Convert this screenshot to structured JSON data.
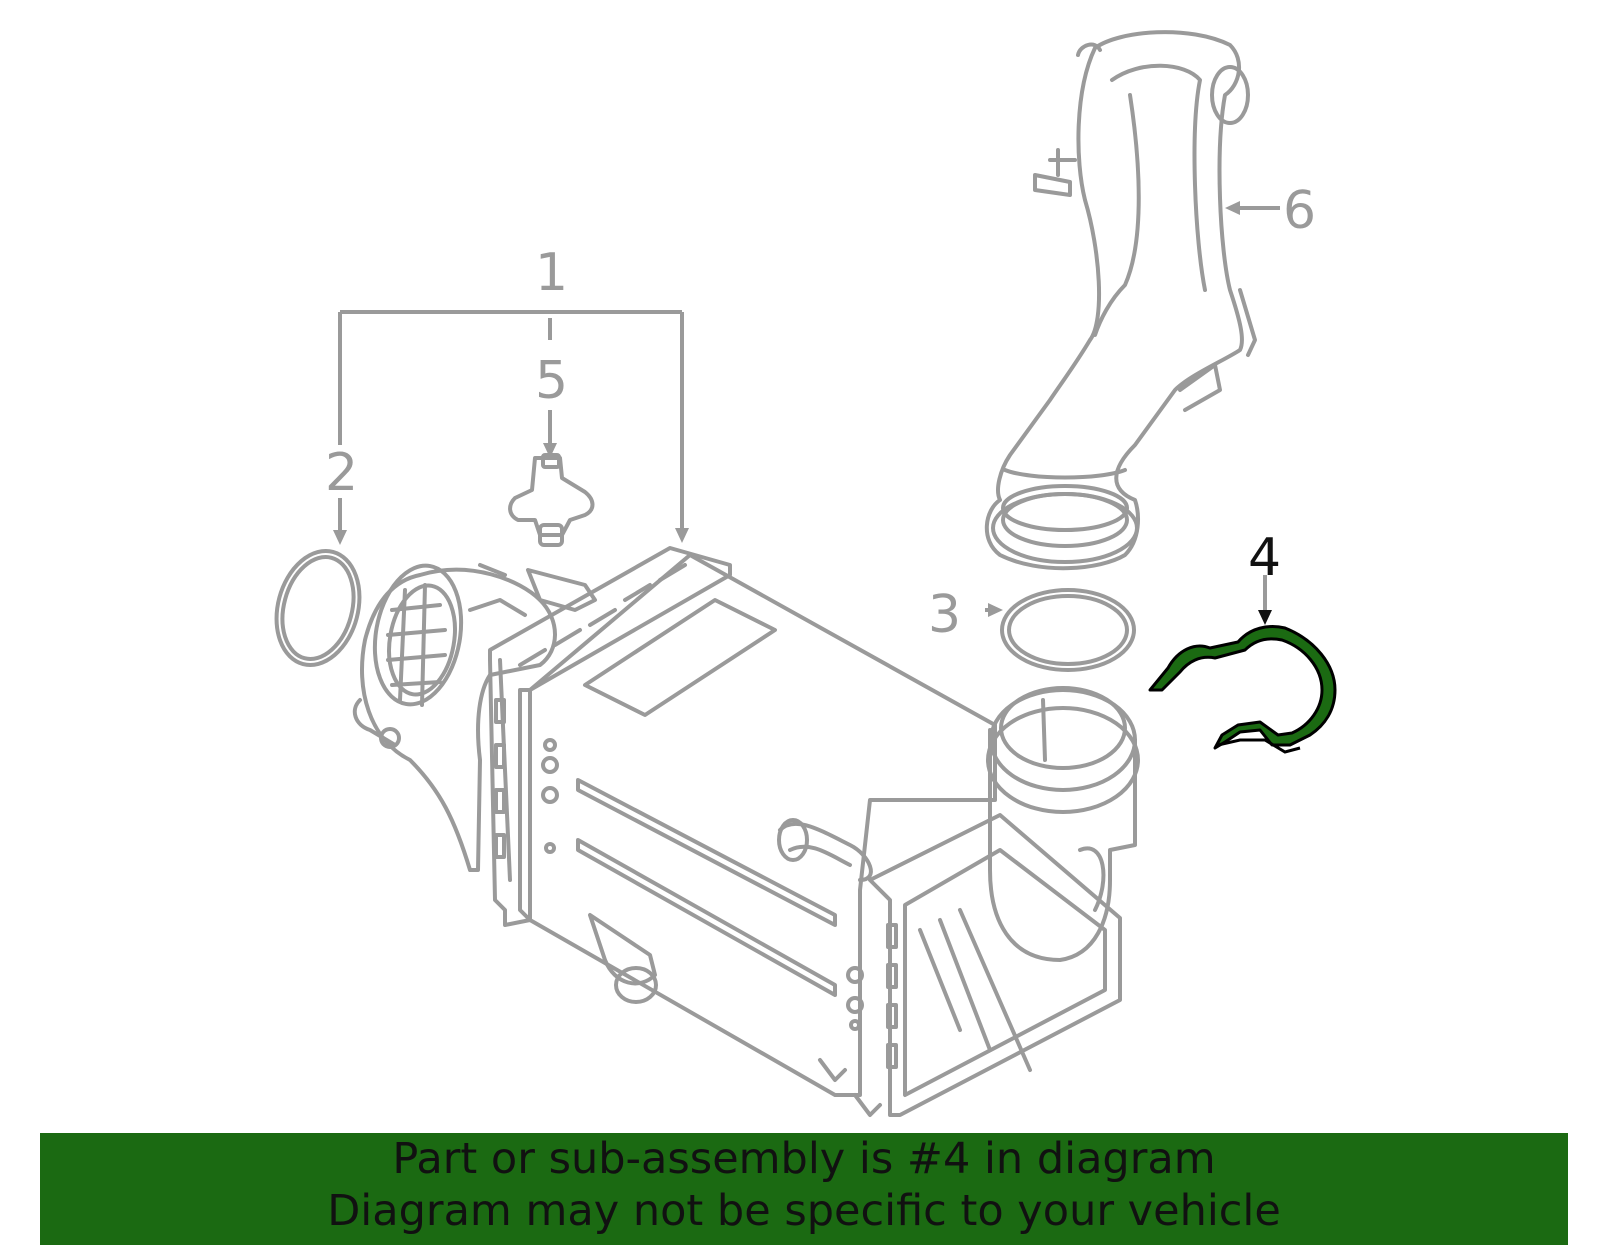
{
  "callouts": {
    "c1": "1",
    "c2": "2",
    "c3": "3",
    "c4": "4",
    "c5": "5",
    "c6": "6"
  },
  "highlight_part": "4",
  "colors": {
    "line_art": "#9a9a9a",
    "highlight_fill": "#1b6a12",
    "highlight_callout": "#111111",
    "banner_bg": "#1b6a12",
    "banner_text": "#111111"
  },
  "banner": {
    "line1": "Part or sub-assembly is #4 in diagram",
    "line2": "Diagram may not be specific to your vehicle"
  }
}
